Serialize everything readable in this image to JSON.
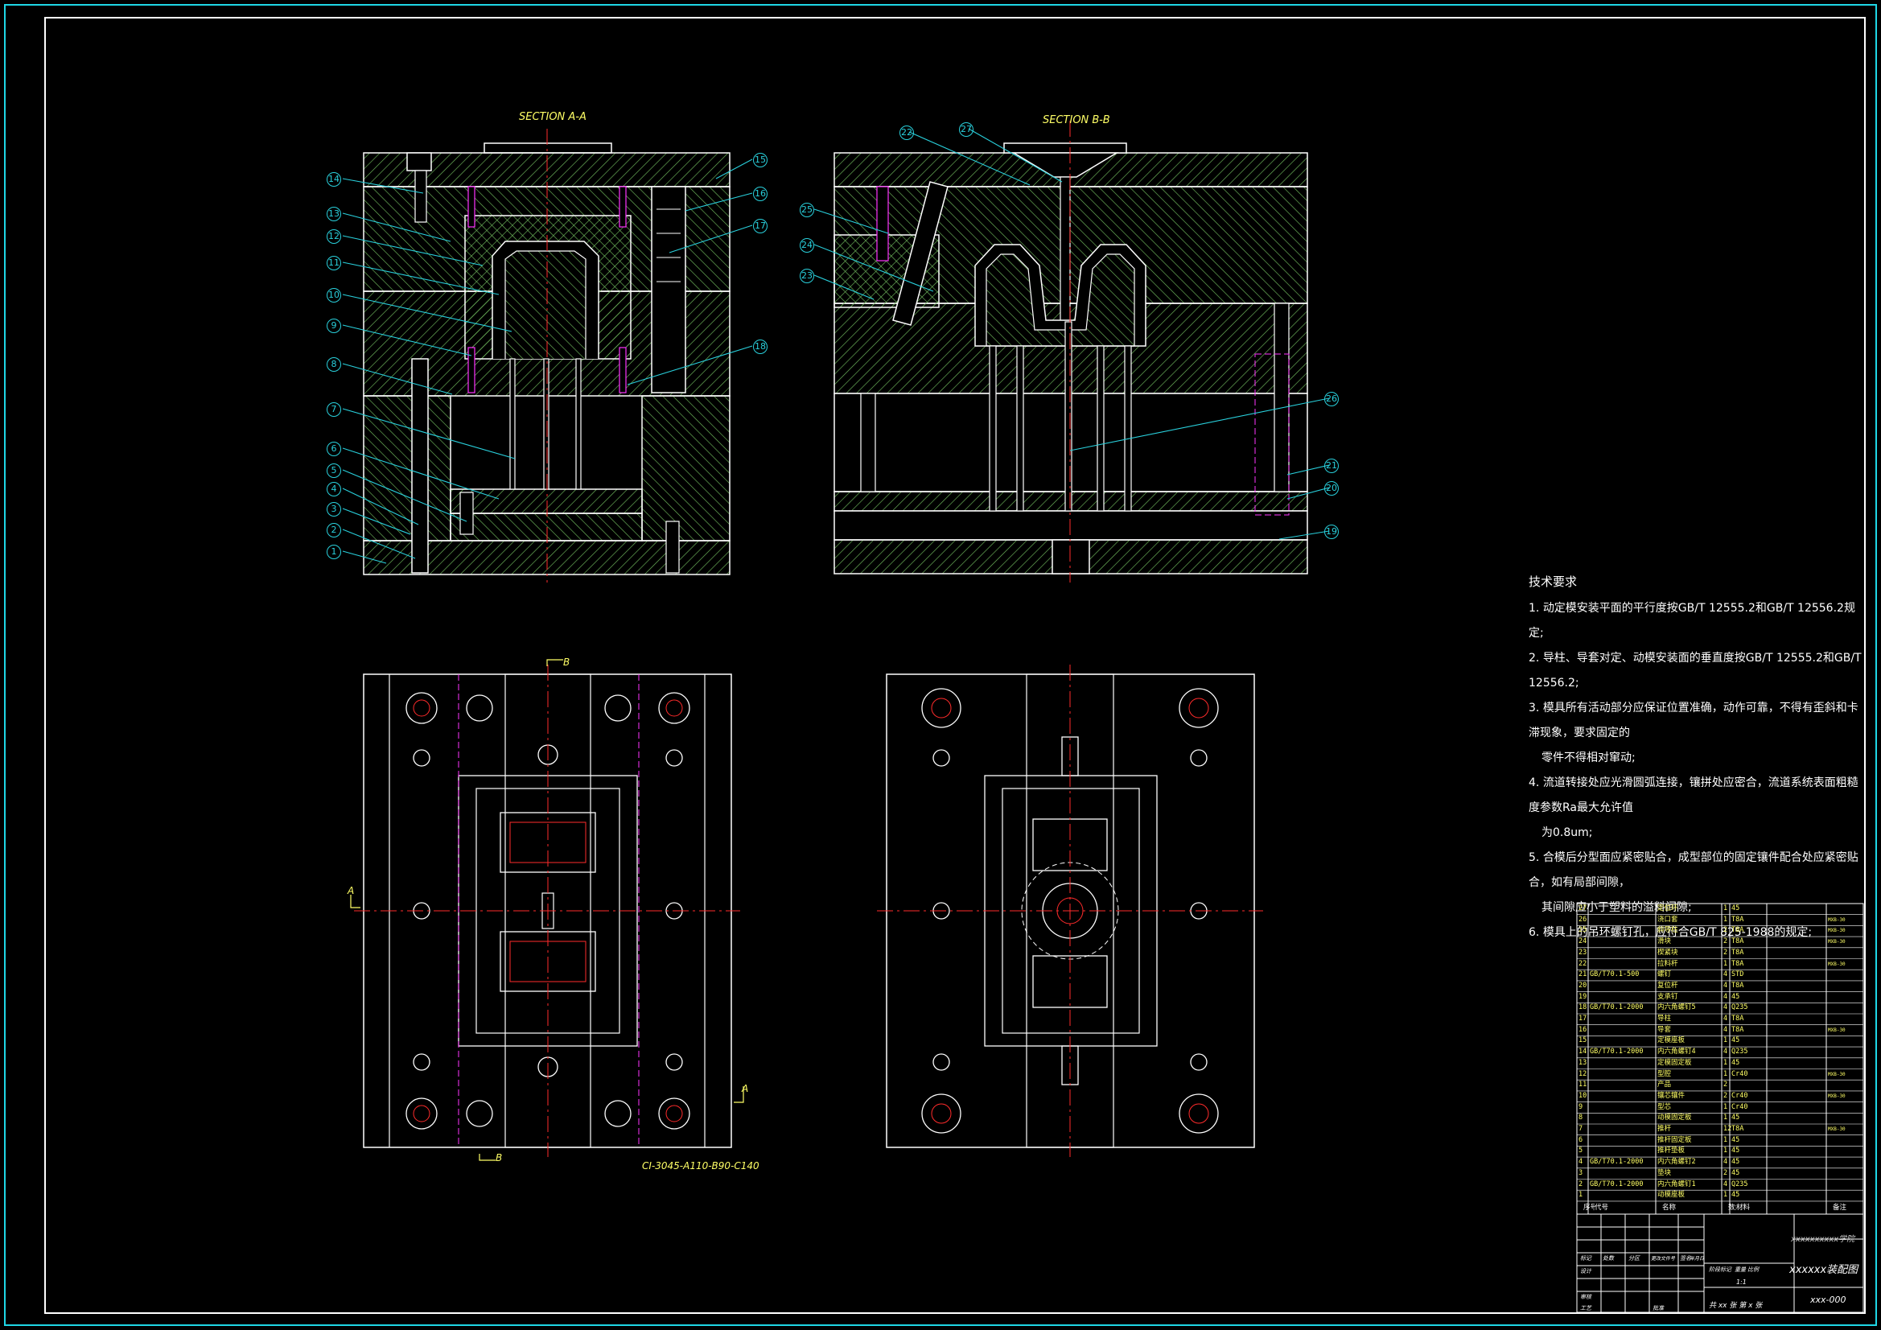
{
  "colors": {
    "background": "#000000",
    "frame": "#1fd7e6",
    "outline": "#ffffff",
    "hatch": "#6fb85c",
    "leader": "#29d0dc",
    "centerline": "#ff2b2b",
    "hidden": "#ff33ff",
    "text_yellow": "#ffff66",
    "text_white": "#ffffff"
  },
  "views": {
    "section_aa": {
      "title": "SECTION A-A",
      "callouts": [
        "14",
        "13",
        "12",
        "11",
        "10",
        "9",
        "8",
        "7",
        "6",
        "5",
        "4",
        "3",
        "2",
        "1",
        "15",
        "16",
        "17",
        "18"
      ]
    },
    "section_bb": {
      "title": "SECTION B-B",
      "callouts": [
        "22",
        "27",
        "25",
        "24",
        "23",
        "26",
        "21",
        "20",
        "19"
      ]
    },
    "plan_left": {
      "note": "CI-3045-A110-B90-C140",
      "mark_a": "A",
      "mark_b": "B"
    },
    "plan_right": {}
  },
  "technical_requirements": {
    "heading": "技术要求",
    "items": [
      {
        "no": "1.",
        "text": "动定模安装平面的平行度按GB/T 12555.2和GB/T 12556.2规定;",
        "cont": ""
      },
      {
        "no": "2.",
        "text": "导柱、导套对定、动模安装面的垂直度按GB/T 12555.2和GB/T 12556.2;",
        "cont": ""
      },
      {
        "no": "3.",
        "text": "模具所有活动部分应保证位置准确，动作可靠，不得有歪斜和卡滞现象，要求固定的",
        "cont": "零件不得相对窜动;"
      },
      {
        "no": "4.",
        "text": "流道转接处应光滑圆弧连接，镶拼处应密合，流道系统表面粗糙度参数Ra最大允许值",
        "cont": "为0.8um;"
      },
      {
        "no": "5.",
        "text": "合模后分型面应紧密贴合，成型部位的固定镶件配合处应紧密贴合，如有局部间隙，",
        "cont": "其间隙应小于塑料的溢料间隙;"
      },
      {
        "no": "6.",
        "text": "模具上的吊环螺钉孔，应符合GB/T 825-1988的规定;",
        "cont": ""
      }
    ]
  },
  "bom": {
    "rows": [
      {
        "no": "27",
        "std": "",
        "name": "定位环",
        "qty": "1",
        "mat": "45",
        "note": ""
      },
      {
        "no": "26",
        "std": "",
        "name": "浇口套",
        "qty": "1",
        "mat": "T8A",
        "note": "MXB-30"
      },
      {
        "no": "25",
        "std": "",
        "name": "斜导柱",
        "qty": "2",
        "mat": "T8A",
        "note": "MXB-30"
      },
      {
        "no": "24",
        "std": "",
        "name": "滑块",
        "qty": "2",
        "mat": "T8A",
        "note": "MXB-30"
      },
      {
        "no": "23",
        "std": "",
        "name": "楔紧块",
        "qty": "2",
        "mat": "T8A",
        "note": ""
      },
      {
        "no": "22",
        "std": "",
        "name": "拉料杆",
        "qty": "1",
        "mat": "T8A",
        "note": "MXB-30"
      },
      {
        "no": "21",
        "std": "GB/T70.1-500",
        "name": "螺钉",
        "qty": "4",
        "mat": "STD",
        "note": ""
      },
      {
        "no": "20",
        "std": "",
        "name": "复位杆",
        "qty": "4",
        "mat": "T8A",
        "note": ""
      },
      {
        "no": "19",
        "std": "",
        "name": "支承钉",
        "qty": "4",
        "mat": "45",
        "note": ""
      },
      {
        "no": "18",
        "std": "GB/T70.1-2000",
        "name": "内六角螺钉5",
        "qty": "4",
        "mat": "Q235",
        "note": ""
      },
      {
        "no": "17",
        "std": "",
        "name": "导柱",
        "qty": "4",
        "mat": "T8A",
        "note": ""
      },
      {
        "no": "16",
        "std": "",
        "name": "导套",
        "qty": "4",
        "mat": "T8A",
        "note": "MXB-30"
      },
      {
        "no": "15",
        "std": "",
        "name": "定模座板",
        "qty": "1",
        "mat": "45",
        "note": ""
      },
      {
        "no": "14",
        "std": "GB/T70.1-2000",
        "name": "内六角螺钉4",
        "qty": "4",
        "mat": "Q235",
        "note": ""
      },
      {
        "no": "13",
        "std": "",
        "name": "定模固定板",
        "qty": "1",
        "mat": "45",
        "note": ""
      },
      {
        "no": "12",
        "std": "",
        "name": "型腔",
        "qty": "1",
        "mat": "Cr40",
        "note": "MXB-30"
      },
      {
        "no": "11",
        "std": "",
        "name": "产品",
        "qty": "2",
        "mat": "",
        "note": ""
      },
      {
        "no": "10",
        "std": "",
        "name": "镶芯镶件",
        "qty": "2",
        "mat": "Cr40",
        "note": "MXB-30"
      },
      {
        "no": "9",
        "std": "",
        "name": "型芯",
        "qty": "1",
        "mat": "Cr40",
        "note": ""
      },
      {
        "no": "8",
        "std": "",
        "name": "动模固定板",
        "qty": "1",
        "mat": "45",
        "note": ""
      },
      {
        "no": "7",
        "std": "",
        "name": "推杆",
        "qty": "12",
        "mat": "T8A",
        "note": "MXB-30"
      },
      {
        "no": "6",
        "std": "",
        "name": "推杆固定板",
        "qty": "1",
        "mat": "45",
        "note": ""
      },
      {
        "no": "5",
        "std": "",
        "name": "推杆垫板",
        "qty": "1",
        "mat": "45",
        "note": ""
      },
      {
        "no": "4",
        "std": "GB/T70.1-2000",
        "name": "内六角螺钉2",
        "qty": "4",
        "mat": "45",
        "note": ""
      },
      {
        "no": "3",
        "std": "",
        "name": "垫块",
        "qty": "2",
        "mat": "45",
        "note": ""
      },
      {
        "no": "2",
        "std": "GB/T70.1-2000",
        "name": "内六角螺钉1",
        "qty": "4",
        "mat": "Q235",
        "note": ""
      },
      {
        "no": "1",
        "std": "",
        "name": "动模座板",
        "qty": "1",
        "mat": "45",
        "note": ""
      }
    ],
    "header": {
      "no": "序号",
      "std": "代号",
      "name": "名称",
      "qty": "数量",
      "mat": "材料",
      "note": "备注"
    }
  },
  "title_block": {
    "school": "xxxxxxxxxx学院",
    "drawing_title": "xxxxxx装配图",
    "drawing_no": "xxx-000",
    "scale": "1:1",
    "sheets": "共 xx 张  第 x 张",
    "design": "设计",
    "check": "审核",
    "process": "工艺",
    "approve": "批准",
    "mark": "标记",
    "count": "处数",
    "zone": "分区",
    "change": "更改文件号",
    "sign": "签名",
    "date": "年月日",
    "stage": "阶段标记",
    "weight": "重量",
    "ratio": "比例"
  }
}
